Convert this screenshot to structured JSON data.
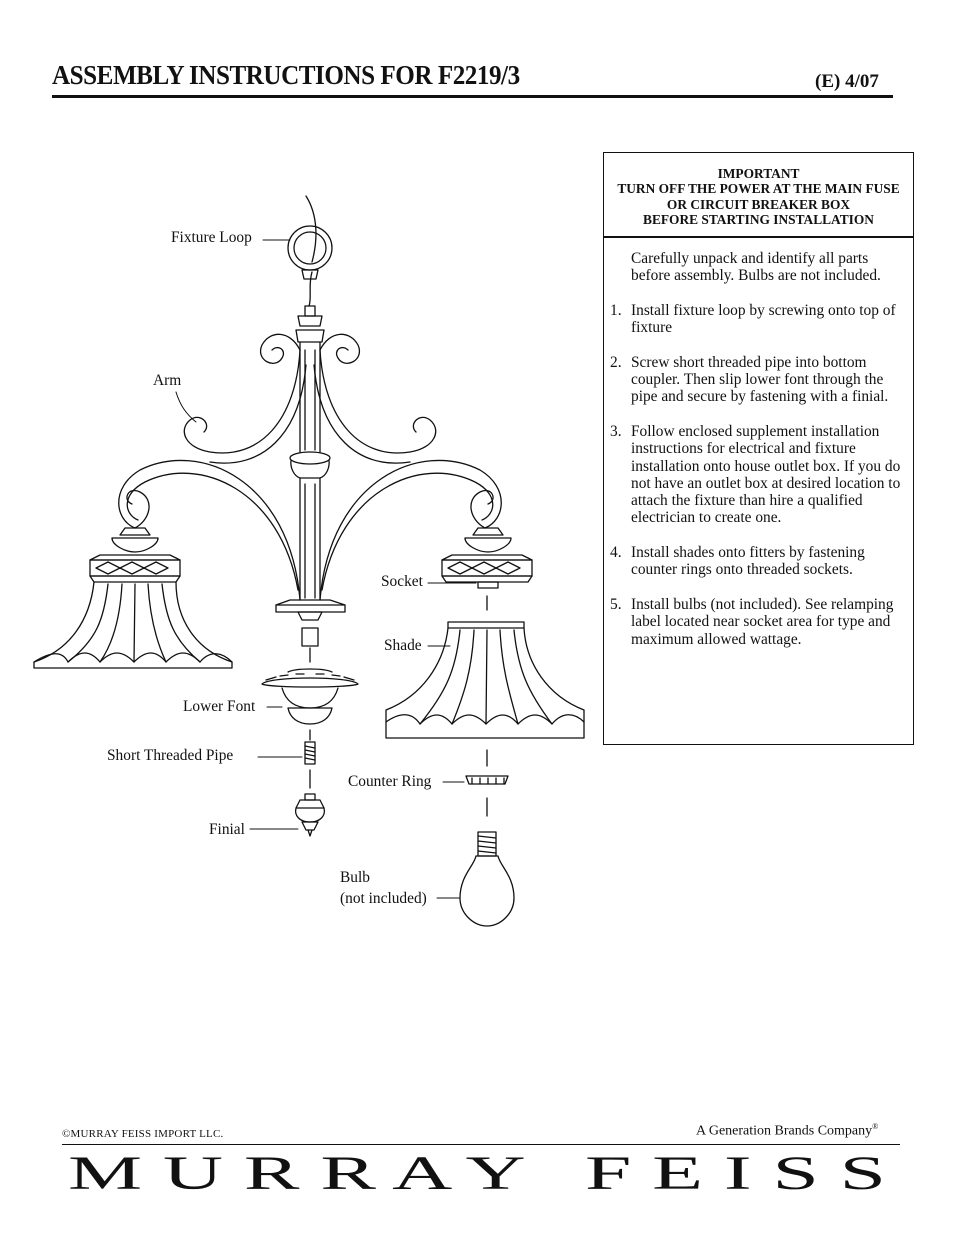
{
  "header": {
    "title": "ASSEMBLY INSTRUCTIONS FOR F2219/3",
    "revision": "(E)  4/07"
  },
  "warning": {
    "lines": [
      "IMPORTANT",
      "TURN OFF THE POWER AT THE MAIN FUSE",
      "OR CIRCUIT BREAKER BOX",
      "BEFORE STARTING INSTALLATION"
    ]
  },
  "instructions": {
    "intro": "Carefully unpack and identify all parts before assembly. Bulbs are not included.",
    "steps": [
      {
        "num": "1.",
        "text": "Install fixture loop by screwing onto top of fixture"
      },
      {
        "num": "2.",
        "text": "Screw short threaded pipe into bottom coupler.  Then slip lower font through the pipe and secure by fastening with a finial."
      },
      {
        "num": "3.",
        "text": "Follow enclosed supplement installation instructions for electrical and fixture installation onto house outlet box. If you do not have an outlet box at desired location to attach the fixture than hire a qualified electrician to create one."
      },
      {
        "num": "4.",
        "text": "Install shades onto fitters by fastening counter rings onto threaded sockets."
      },
      {
        "num": "5.",
        "text": "Install bulbs (not included). See relamping label located near socket area for type and maximum allowed wattage."
      }
    ]
  },
  "diagram": {
    "labels": {
      "fixture_loop": "Fixture Loop",
      "arm": "Arm",
      "socket": "Socket",
      "shade": "Shade",
      "lower_font": "Lower Font",
      "short_threaded_pipe": "Short Threaded Pipe",
      "counter_ring": "Counter Ring",
      "finial": "Finial",
      "bulb_line1": "Bulb",
      "bulb_line2": "(not included)"
    }
  },
  "footer": {
    "copyright": "©MURRAY FEISS IMPORT LLC.",
    "company": "A Generation Brands Company",
    "company_mark": "®",
    "brand": "M U R R A Y   F E I S S"
  }
}
